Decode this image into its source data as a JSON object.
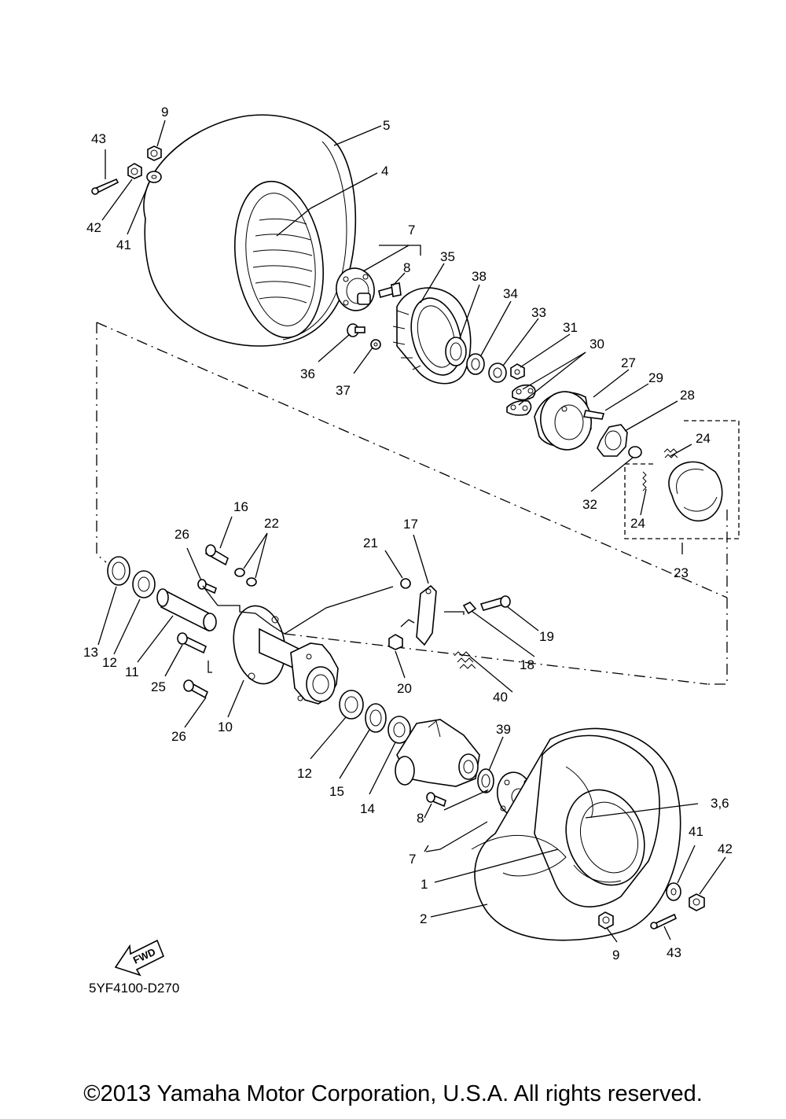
{
  "diagram": {
    "drawing_code": "5YF4100-D270",
    "fwd_label": "FWD",
    "copyright": "©2013 Yamaha Motor Corporation, U.S.A. All rights reserved.",
    "labels": {
      "l43a": "43",
      "l9a": "9",
      "l5": "5",
      "l4": "4",
      "l42a": "42",
      "l41a": "41",
      "l7a": "7",
      "l8a": "8",
      "l35": "35",
      "l38": "38",
      "l34": "34",
      "l33": "33",
      "l31": "31",
      "l30": "30",
      "l27": "27",
      "l29": "29",
      "l28": "28",
      "l36": "36",
      "l37": "37",
      "l24a": "24",
      "l24b": "24",
      "l32": "32",
      "l23": "23",
      "l16": "16",
      "l22": "22",
      "l26a": "26",
      "l21": "21",
      "l17": "17",
      "l19": "19",
      "l18": "18",
      "l13": "13",
      "l12a": "12",
      "l11": "11",
      "l25": "25",
      "l20": "20",
      "l40": "40",
      "l10": "10",
      "l26b": "26",
      "l12b": "12",
      "l15": "15",
      "l14": "14",
      "l39": "39",
      "l36_": "3,6",
      "l8b": "8",
      "l7b": "7",
      "l41b": "41",
      "l42b": "42",
      "l1": "1",
      "l2": "2",
      "l9b": "9",
      "l43b": "43"
    }
  }
}
